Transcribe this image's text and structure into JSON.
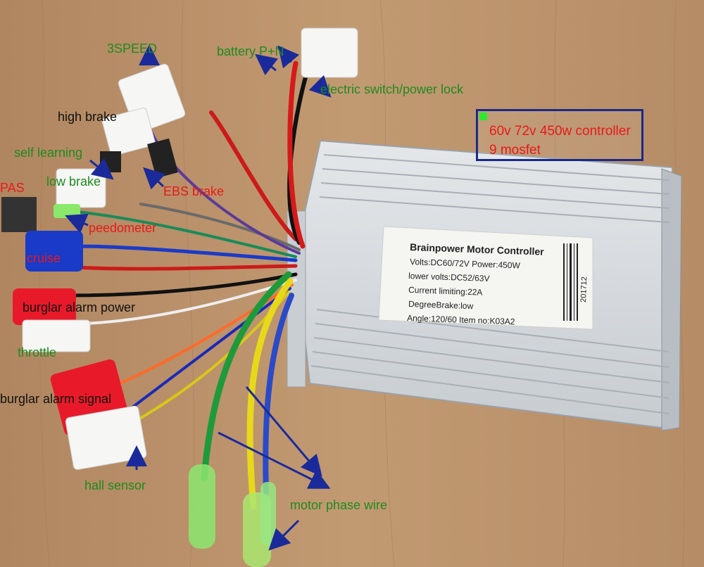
{
  "labels": {
    "three_speed": "3SPEED",
    "battery": "battery P+N",
    "electric_switch": "electric switch/power lock",
    "high_brake": "high brake",
    "self_learning": "self learning",
    "low_brake": "low brake",
    "ebs_brake": "EBS brake",
    "pas": "PAS",
    "speedometer": "peedometer",
    "cruise": "cruise",
    "burglar_alarm_power": "burglar alarm power",
    "throttle": "throttle",
    "burglar_alarm_signal": "burglar alarm signal",
    "hall_sensor": "hall sensor",
    "motor_phase_wire": "motor phase wire"
  },
  "info_box": {
    "line1": "60v 72v 450w controller",
    "line2": "9 mosfet"
  },
  "sticker": {
    "title": "Brainpower Motor Controller",
    "line1": "Volts:DC60/72V  Power:450W",
    "line2": "lower volts:DC52/63V",
    "line3": "Current limiting:22A",
    "line4": "DegreeBrake:low",
    "line5": "Angle:120/60  Item no:K03A2",
    "barcode_number": "201712"
  },
  "colors": {
    "label_green": "#1f8a1f",
    "label_red": "#e81a1a",
    "arrow_blue": "#1a2a9a",
    "box_border": "#1a2a8a",
    "wood": "#b9916a"
  }
}
